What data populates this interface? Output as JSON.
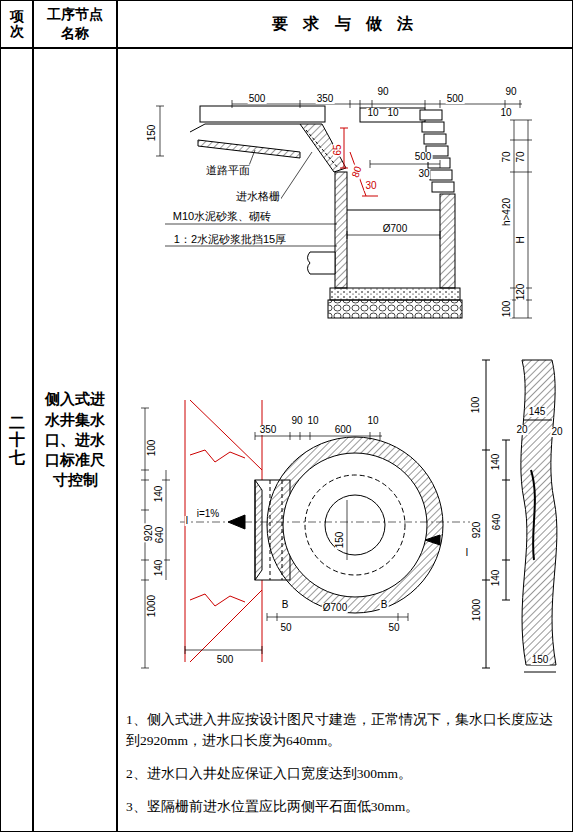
{
  "diagram": {
    "nodes": [
      {
        "text": [
          "项次"
        ]
      },
      {
        "text": [
          "工序节点名称"
        ]
      },
      {
        "text": [
          "要 求 与 做 法"
        ]
      },
      {
        "text": [
          "二十七"
        ]
      },
      {
        "text": [
          "侧入式进水井集水口、进水口标准尺寸控制"
        ]
      },
      {
        "text": [
          "1、侧入式进入井应按设计图尺寸建造，正常情况下，集水口长度应达到2920mm，进水口长度为640mm。",
          "2、进水口入井处应保证入口宽度达到300mm。",
          "3、竖隔栅前进水位置应比两侧平石面低30mm。"
        ]
      }
    ],
    "labels": [
      "500",
      "350",
      "90",
      "10",
      "10",
      "500",
      "90",
      "10",
      "150",
      "65",
      "80",
      "30",
      "500",
      "30",
      "道路平面",
      "进水格栅",
      "M10水泥砂浆、砌砖",
      "1：2水泥砂浆批挡15厚",
      "Ø700",
      "70",
      "70",
      "h>420",
      "H",
      "100",
      "120",
      "100",
      "140",
      "920",
      "640",
      "140",
      "1000",
      "350",
      "90",
      "10",
      "600",
      "10",
      "I",
      "i=1%",
      "150",
      "B",
      "B",
      "50",
      "Ø700",
      "50",
      "500",
      "I",
      "100",
      "145",
      "20",
      "20",
      "140",
      "920",
      "640",
      "140",
      "1000",
      "150"
    ]
  }
}
